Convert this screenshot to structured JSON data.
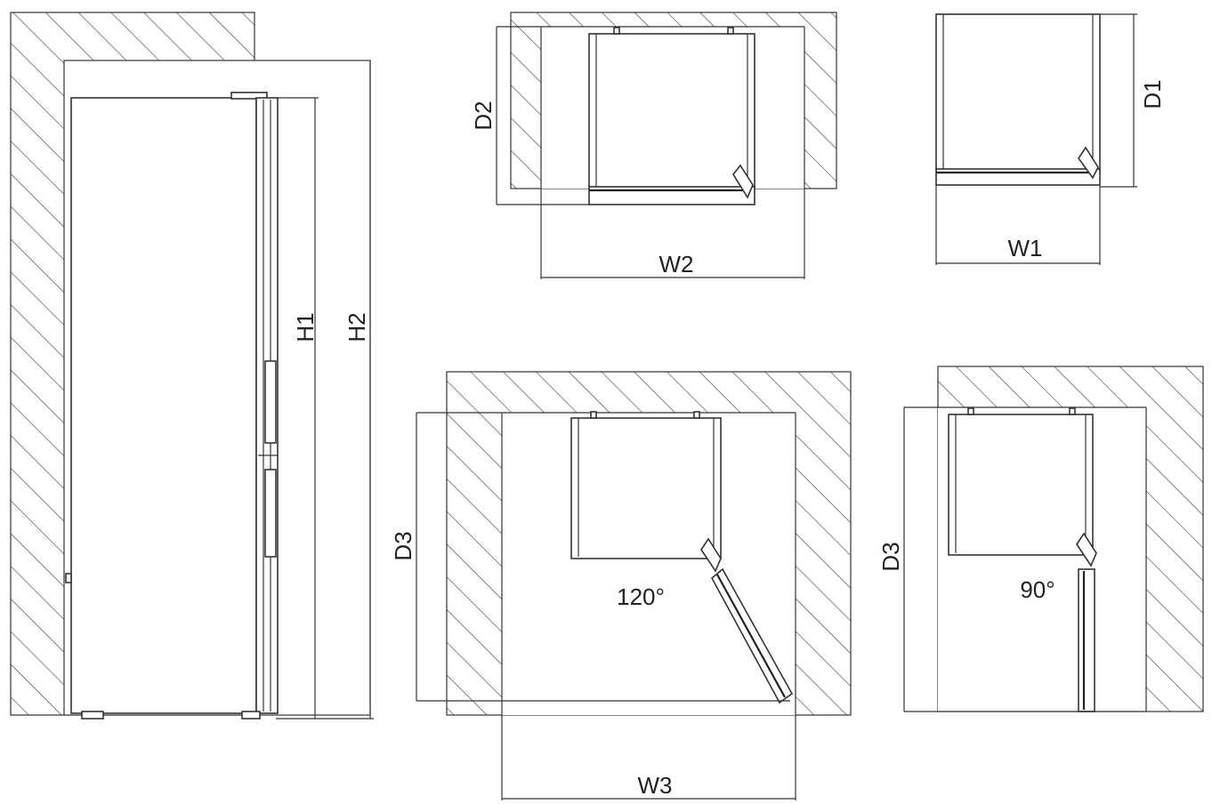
{
  "labels": {
    "h1": "H1",
    "h2": "H2",
    "d1": "D1",
    "d2": "D2",
    "w1": "W1",
    "w2": "W2",
    "w3": "W3",
    "d3_left": "D3",
    "d3_right": "D3",
    "angle_120": "120°",
    "angle_90": "90°"
  },
  "colors": {
    "line": "#333333",
    "background": "#ffffff"
  }
}
